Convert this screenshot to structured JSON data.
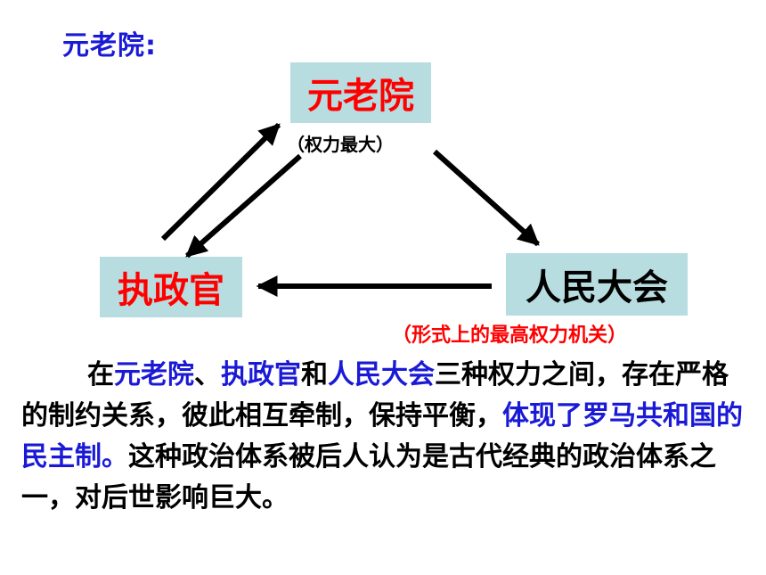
{
  "heading": "元老院:",
  "nodes": {
    "senate": "元老院",
    "senate_note": "（权力最大）",
    "consul": "执政官",
    "assembly": "人民大会",
    "assembly_note": "（形式上的最高权力机关）"
  },
  "paragraph": {
    "p1": "在",
    "senate": "元老院",
    "p2": "、",
    "consul": "执政官",
    "p3": "和",
    "assembly": "人民大会",
    "p4": "三种权力之间，存在严格的制约关系，彼此相互牵制，保持平衡，",
    "highlight": "体现了罗马共和国的民主制。",
    "p5": "这种政治体系被后人认为是古代经典的政治体系之一，对后世影响巨大。"
  },
  "colors": {
    "node_fill": "#b7dde0",
    "title_blue": "#1a1ad6",
    "node_red": "#ff0000",
    "arrow": "#000000"
  }
}
